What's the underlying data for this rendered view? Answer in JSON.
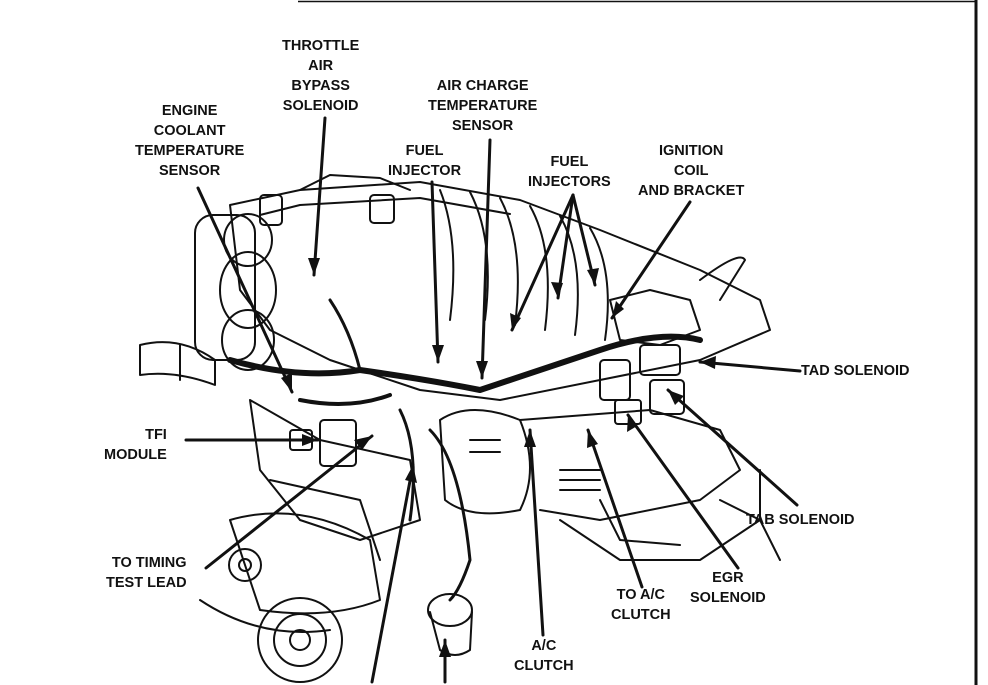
{
  "diagram": {
    "labels": {
      "throttle_air_bypass_solenoid": "THROTTLE\nAIR\nBYPASS\nSOLENOID",
      "air_charge_temperature_sensor": "AIR CHARGE\nTEMPERATURE\nSENSOR",
      "engine_coolant_temperature_sensor": "ENGINE\nCOOLANT\nTEMPERATURE\nSENSOR",
      "fuel_injector": "FUEL\nINJECTOR",
      "fuel_injectors": "FUEL\nINJECTORS",
      "ignition_coil_and_bracket": "IGNITION\nCOIL\nAND BRACKET",
      "tad_solenoid": "TAD SOLENOID",
      "tfi_module": "TFI\nMODULE",
      "tab_solenoid": "TAB SOLENOID",
      "to_timing_test_lead": "TO TIMING\nTEST LEAD",
      "egr_solenoid": "EGR\nSOLENOID",
      "to_ac_clutch": "TO A/C\nCLUTCH",
      "ac_clutch": "A/C\nCLUTCH"
    }
  }
}
